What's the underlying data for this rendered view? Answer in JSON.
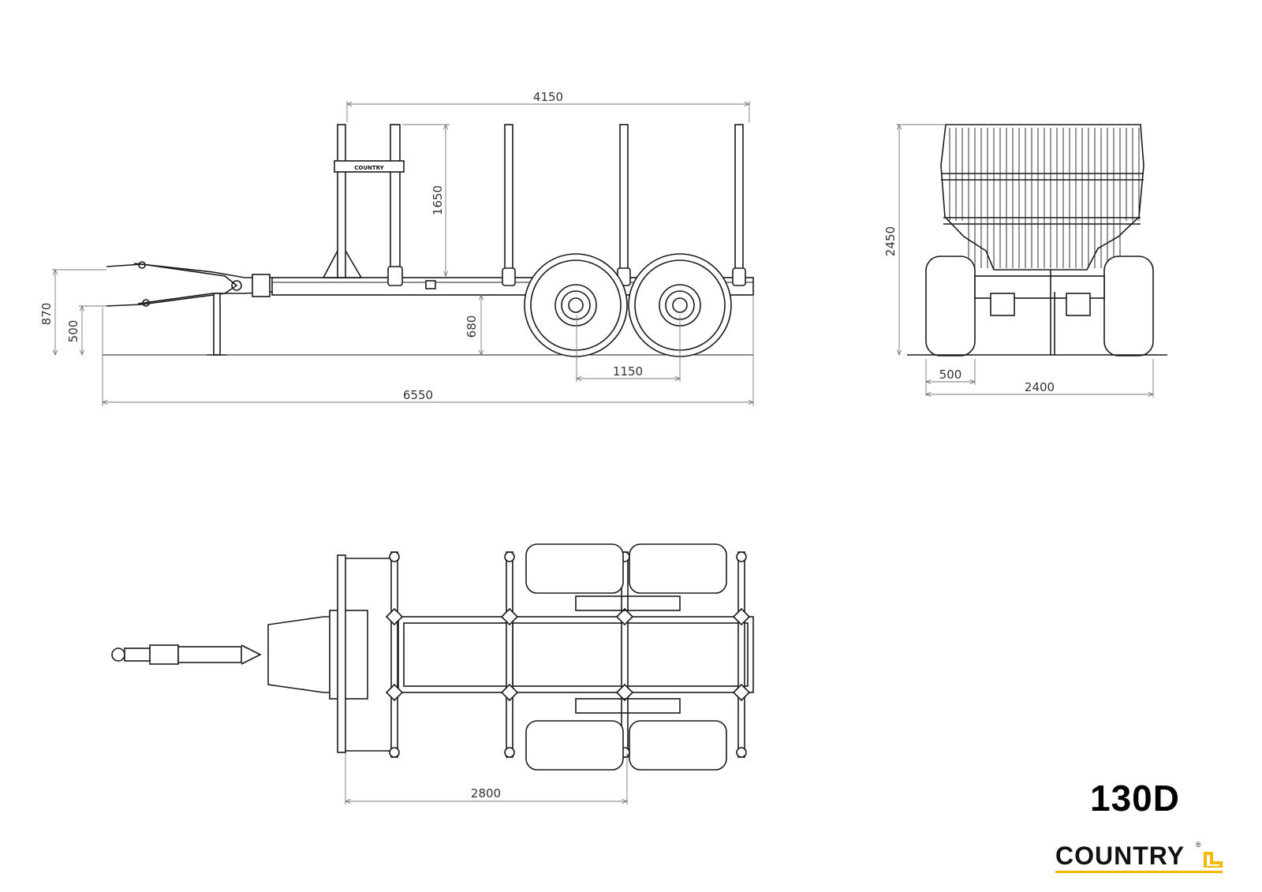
{
  "model": "130D",
  "brand": {
    "name": "COUNTRY",
    "registered_mark": "®",
    "accent_color": "#f5b800"
  },
  "side_view": {
    "dim_total_length": "6550",
    "dim_bunk_length": "4150",
    "dim_stake_height": "1650",
    "dim_frame_height": "680",
    "dim_axle_spacing": "1150",
    "dim_drawbar_upper": "870",
    "dim_drawbar_lower": "500",
    "frame_label": "COUNTRY"
  },
  "rear_view": {
    "dim_height": "2450",
    "dim_width": "2400",
    "dim_wheel_width": "500"
  },
  "top_view": {
    "dim_bunk_spacing": "2800"
  }
}
